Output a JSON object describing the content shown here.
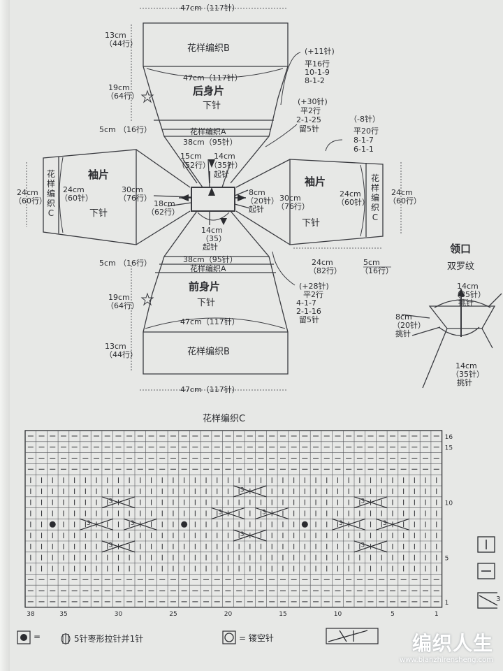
{
  "back": {
    "top_width": "47cm（117针）",
    "top_h": "13cm",
    "top_rows": "（44行）",
    "pattern_b": "花样编织B",
    "mid_width": "47cm（117针）",
    "mid_h": "19cm",
    "mid_rows": "（64行）",
    "title": "后身片",
    "stitch": "下针",
    "low_h": "5cm",
    "low_rows": "（16行）",
    "pattern_a": "花样编织A",
    "bottom_width": "38cm（95针）",
    "incr1": "(+11针)",
    "incr1_a": "平16行",
    "incr1_b": "10-1-9",
    "incr1_c": "8-1-2",
    "incr2": "(+30针)",
    "incr2_a": "平2行",
    "incr2_b": "2-1-25",
    "incr2_c": "留5针"
  },
  "yoke": {
    "a_cm": "15cm",
    "a_st": "（52行）",
    "b_cm": "14cm",
    "b_st": "（35针）",
    "b_cast": "起针",
    "c_cm": "8cm",
    "c_st": "（20针）",
    "c_cast": "起针",
    "d_cm": "18cm",
    "d_st": "（62行）",
    "e_cm": "14cm",
    "e_st": "（35）",
    "e_cast": "起针"
  },
  "sleeve_left": {
    "title": "袖片",
    "stitch": "下针",
    "side_label": "花样编织C",
    "h_outer": "24cm",
    "h_outer_rows": "（60行）",
    "h_inner": "24cm",
    "h_inner_rows": "（60针）",
    "h_right": "30cm",
    "h_right_rows": "（76行）"
  },
  "sleeve_right": {
    "title": "袖片",
    "stitch": "下针",
    "side_label": "花样编织C",
    "decr": "（-8针）",
    "decr_a": "平20行",
    "decr_b": "8-1-7",
    "decr_c": "6-1-1",
    "h_left": "30cm",
    "h_left_rows": "（76行）",
    "h_inner": "24cm",
    "h_inner_rows": "（60针）",
    "h_outer": "24cm",
    "h_outer_rows": "（60行）",
    "bottom": "24cm",
    "bottom_rows": "（82行）",
    "end": "5cm",
    "end_rows": "（16行）"
  },
  "front": {
    "top_h": "5cm",
    "top_rows": "（16行）",
    "top_width": "38cm（95针）",
    "pattern_a": "花样编织A",
    "title": "前身片",
    "stitch": "下针",
    "mid_h": "19cm",
    "mid_rows": "（64行）",
    "mid_width": "47cm（117针）",
    "pattern_b": "花样编织B",
    "low_h": "13cm",
    "low_rows": "（44行）",
    "bottom_width": "47cm（117针）",
    "incr": "(+28针)",
    "incr_a": "平2行",
    "incr_b": "4-1-7",
    "incr_c": "2-1-16",
    "incr_d": "留5针"
  },
  "collar": {
    "title": "领口",
    "subtitle": "双罗纹",
    "top_cm": "14cm",
    "top_st": "（35针）",
    "top_pick": "挑针",
    "left_cm": "8cm",
    "left_st": "（20针）",
    "left_pick": "挑针",
    "bottom_cm": "14cm",
    "bottom_st": "（35针）",
    "bottom_pick": "挑针"
  },
  "chart": {
    "title": "花样编织C",
    "row_labels": [
      "16",
      "15",
      "10",
      "5",
      "1"
    ],
    "col_labels": [
      "38",
      "35",
      "30",
      "25",
      "20",
      "15",
      "10",
      "5",
      "1"
    ],
    "cross_mark": "3"
  },
  "legend": {
    "bobble_eq": "=",
    "bobble_text": "5针枣形拉针并1针",
    "yo_text": "= 镂空针",
    "side_3": "3"
  },
  "watermark": {
    "brand": "编织人生",
    "url": "www.bianzhirensheng.com"
  }
}
